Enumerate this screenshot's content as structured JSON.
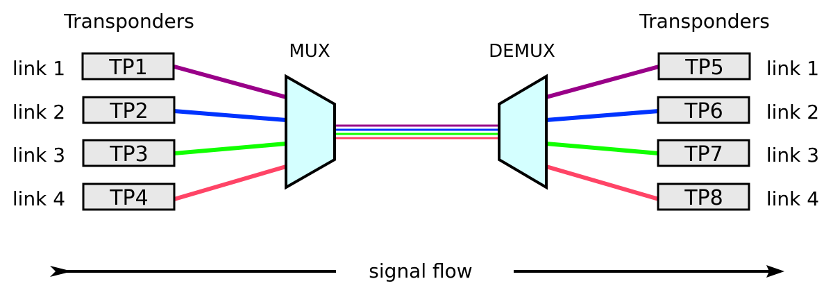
{
  "headings": {
    "left_transponders": "Transponders",
    "right_transponders": "Transponders",
    "mux": "MUX",
    "demux": "DEMUX"
  },
  "left_links": [
    {
      "link": "link 1",
      "tp": "TP1",
      "color": "#990088"
    },
    {
      "link": "link 2",
      "tp": "TP2",
      "color": "#0033ff"
    },
    {
      "link": "link 3",
      "tp": "TP3",
      "color": "#11ff00"
    },
    {
      "link": "link 4",
      "tp": "TP4",
      "color": "#ff4466"
    }
  ],
  "right_links": [
    {
      "link": "link 1",
      "tp": "TP5",
      "color": "#990088"
    },
    {
      "link": "link 2",
      "tp": "TP6",
      "color": "#0033ff"
    },
    {
      "link": "link 3",
      "tp": "TP7",
      "color": "#11ff00"
    },
    {
      "link": "link 4",
      "tp": "TP8",
      "color": "#ff4466"
    }
  ],
  "colors": {
    "tp_fill": "#e8e8e8",
    "mux_fill": "#d4ffff",
    "outline": "#000000"
  },
  "signal_flow": "signal flow"
}
